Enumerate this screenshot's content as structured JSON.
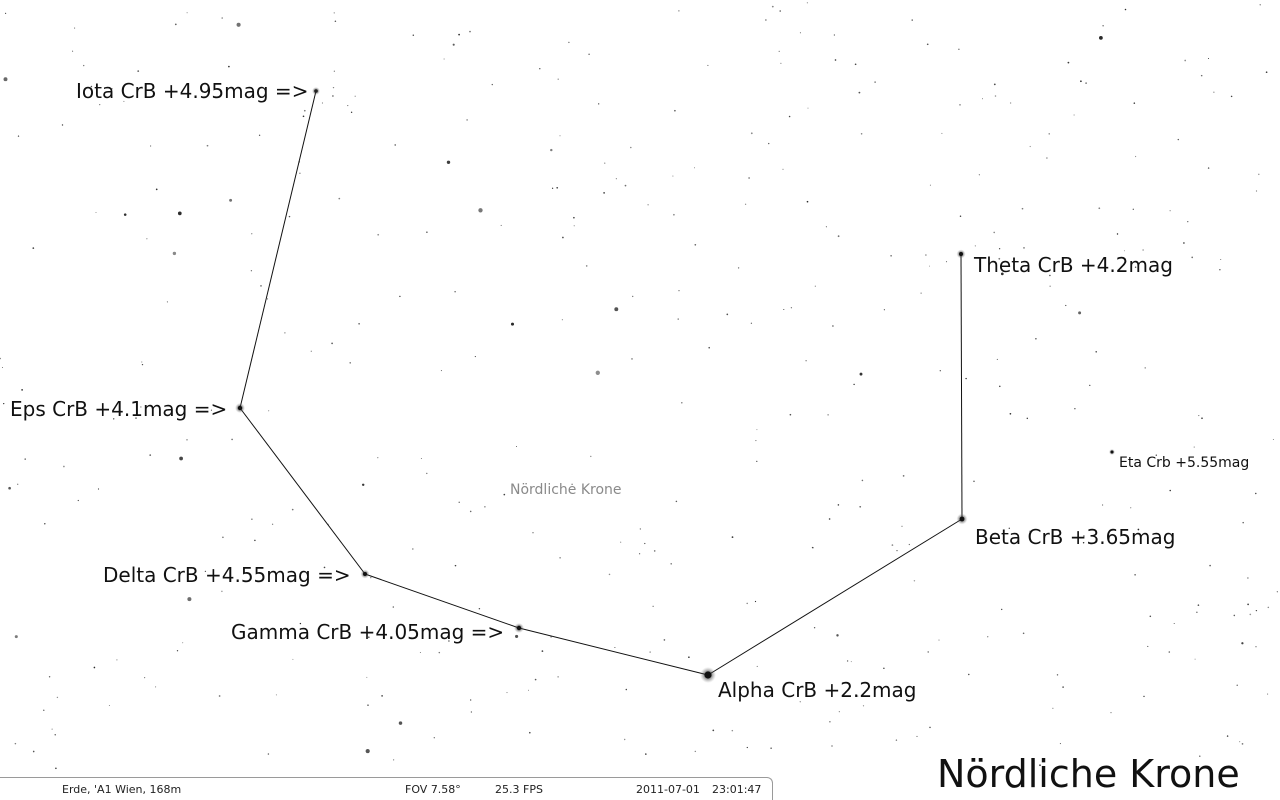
{
  "constellation": {
    "name_center": "Nördliche Krone",
    "title": "Nördliche Krone"
  },
  "stars": {
    "iota": "Iota CrB +4.95mag =>",
    "eps": "Eps CrB +4.1mag =>",
    "delta": "Delta CrB +4.55mag =>",
    "gamma": "Gamma CrB +4.05mag =>",
    "alpha": "Alpha CrB +2.2mag",
    "beta": "Beta CrB +3.65mag",
    "theta": "Theta CrB +4.2mag",
    "eta": "Eta Crb +5.55mag"
  },
  "status": {
    "location": "Erde, 'A1 Wien, 168m",
    "fov": "FOV 7.58°",
    "fps": "25.3 FPS",
    "date": "2011-07-01",
    "time": "23:01:47"
  }
}
